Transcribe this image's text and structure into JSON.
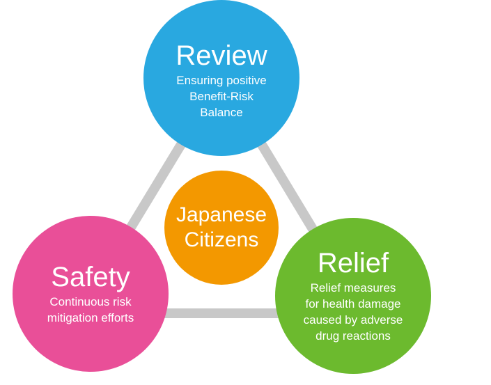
{
  "review": {
    "title": "Review",
    "lines": [
      "Ensuring positive",
      "Benefit-Risk",
      "Balance"
    ]
  },
  "safety": {
    "title": "Safety",
    "lines": [
      "Continuous risk",
      "mitigation efforts"
    ]
  },
  "relief": {
    "title": "Relief",
    "lines": [
      "Relief measures",
      "for health damage",
      "caused by adverse",
      "drug reactions"
    ]
  },
  "center": {
    "lines": [
      "Japanese",
      "Citizens"
    ]
  },
  "colors": {
    "review": "#29a8e0",
    "safety": "#e94f98",
    "relief": "#6cba2e",
    "center": "#f39800",
    "links": "#c8c8c8"
  }
}
